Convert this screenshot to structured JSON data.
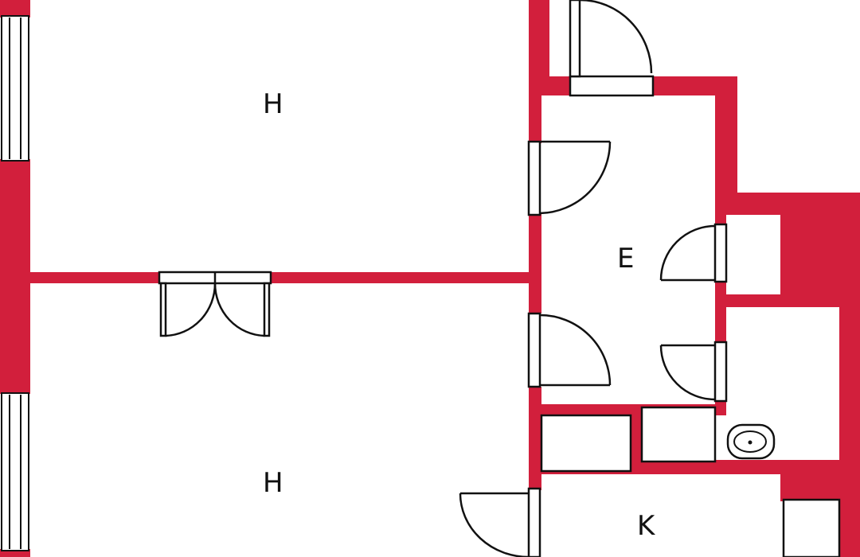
{
  "colors": {
    "wall": "#d21f3c",
    "line": "#111111",
    "background": "#ffffff"
  },
  "rooms": [
    {
      "label": "H"
    },
    {
      "label": "H"
    },
    {
      "label": "E"
    },
    {
      "label": "K"
    }
  ]
}
